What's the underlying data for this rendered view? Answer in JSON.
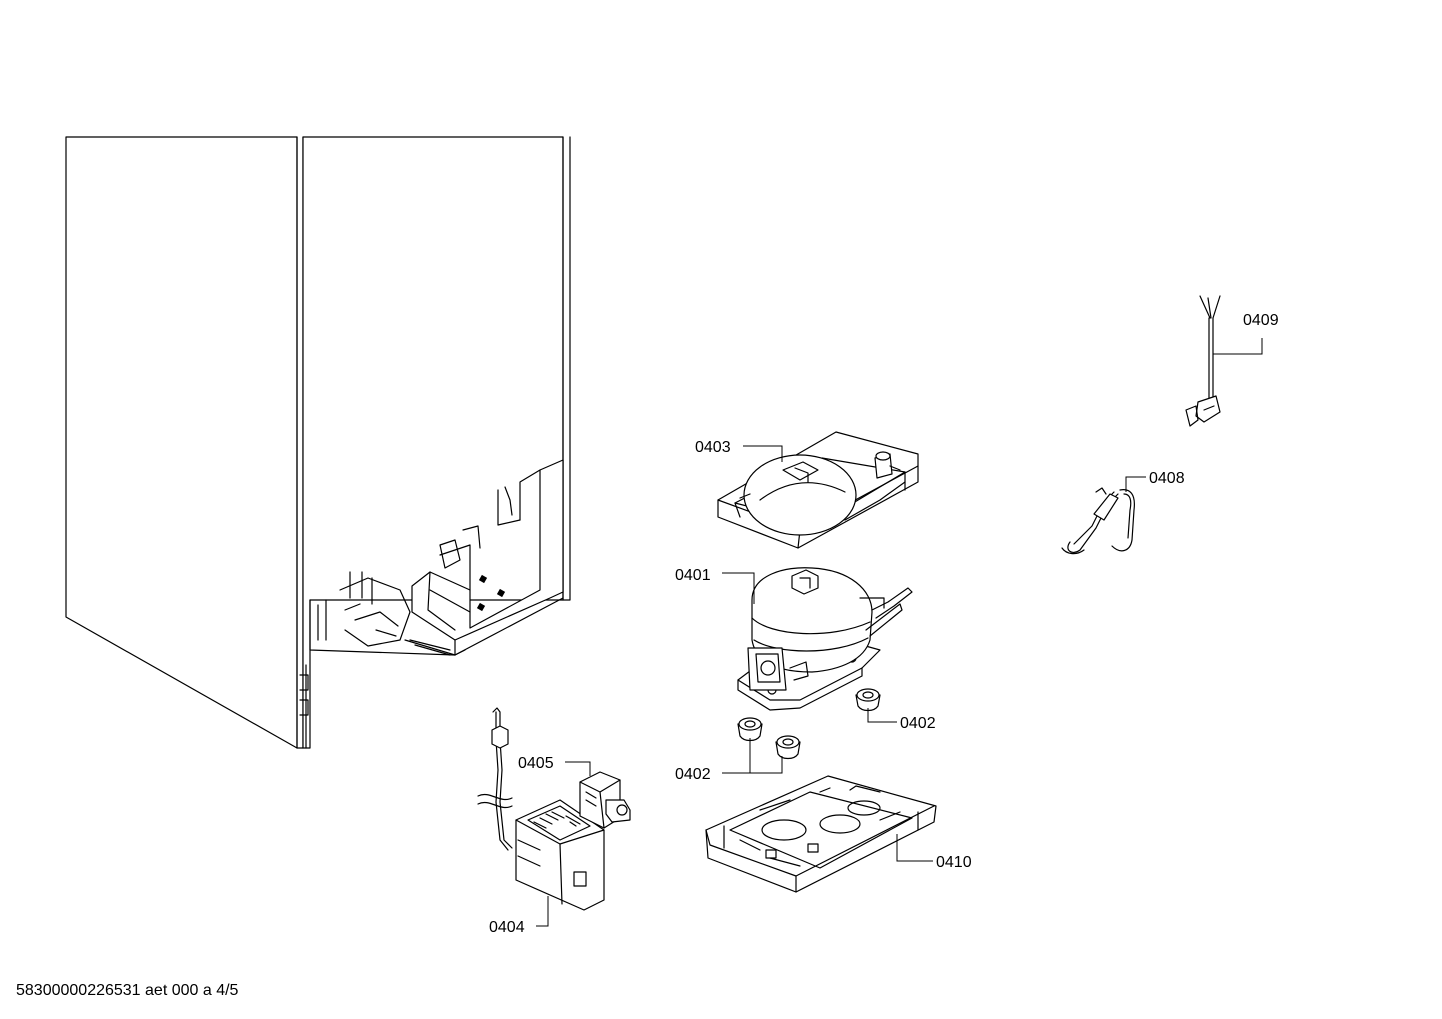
{
  "parts": {
    "p0401": "0401",
    "p0402a": "0402",
    "p0402b": "0402",
    "p0403": "0403",
    "p0404": "0404",
    "p0405": "0405",
    "p0408": "0408",
    "p0409": "0409",
    "p0410": "0410"
  },
  "footer": {
    "document_code": "58300000226531 aet 000 a 4/5"
  }
}
